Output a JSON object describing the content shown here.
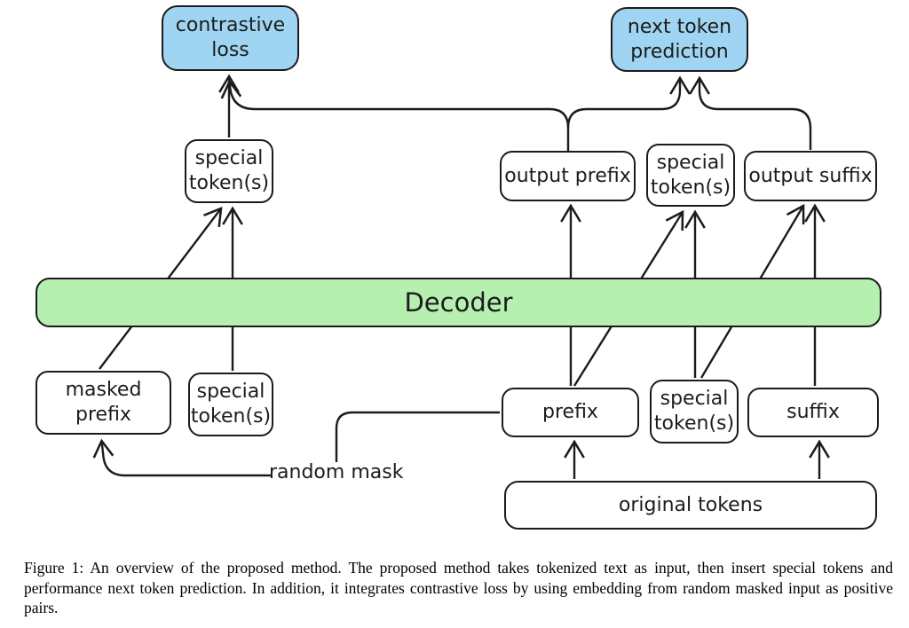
{
  "figure": {
    "nodes": {
      "contrastive_loss": {
        "label": "contrastive\nloss"
      },
      "next_token_prediction": {
        "label": "next token\nprediction"
      },
      "special_tokens_top": {
        "label": "special\ntoken(s)"
      },
      "output_prefix": {
        "label": "output prefix"
      },
      "special_tokens_mid": {
        "label": "special\ntoken(s)"
      },
      "output_suffix": {
        "label": "output suffix"
      },
      "decoder": {
        "label": "Decoder"
      },
      "masked_prefix": {
        "label": "masked\nprefix"
      },
      "special_tokens_bottom_left": {
        "label": "special\ntoken(s)"
      },
      "prefix": {
        "label": "prefix"
      },
      "special_tokens_bottom_right": {
        "label": "special\ntoken(s)"
      },
      "suffix": {
        "label": "suffix"
      },
      "original_tokens": {
        "label": "original tokens"
      },
      "random_mask": {
        "label": "random mask"
      }
    },
    "edges": [
      {
        "from": "special_tokens_top",
        "to": "contrastive_loss"
      },
      {
        "from": "output_prefix",
        "to": "contrastive_loss"
      },
      {
        "from": "output_prefix",
        "to": "next_token_prediction"
      },
      {
        "from": "output_suffix",
        "to": "next_token_prediction"
      },
      {
        "from": "masked_prefix",
        "to": "special_tokens_top",
        "via": "decoder"
      },
      {
        "from": "special_tokens_bottom_left",
        "to": "special_tokens_top",
        "via": "decoder"
      },
      {
        "from": "prefix",
        "to": "output_prefix",
        "via": "decoder"
      },
      {
        "from": "prefix",
        "to": "special_tokens_mid",
        "via": "decoder"
      },
      {
        "from": "special_tokens_bottom_right",
        "to": "special_tokens_mid",
        "via": "decoder"
      },
      {
        "from": "special_tokens_bottom_right",
        "to": "output_suffix",
        "via": "decoder"
      },
      {
        "from": "suffix",
        "to": "output_suffix",
        "via": "decoder"
      },
      {
        "from": "original_tokens",
        "to": "prefix"
      },
      {
        "from": "original_tokens",
        "to": "suffix"
      },
      {
        "from": "random_mask",
        "to": "masked_prefix"
      },
      {
        "from": "prefix",
        "to": "random_mask",
        "arrow": false
      }
    ],
    "colors": {
      "loss_fill": "#9fd5f2",
      "decoder_fill": "#b6f0b0",
      "box_fill": "#ffffff",
      "stroke": "#1b1b1b",
      "text": "#1c1c1c"
    },
    "caption": "Figure 1: An overview of the proposed method. The proposed method takes tokenized text as input, then insert special tokens and performance next token prediction. In addition, it integrates contrastive loss by using embedding from random masked input as positive pairs."
  }
}
